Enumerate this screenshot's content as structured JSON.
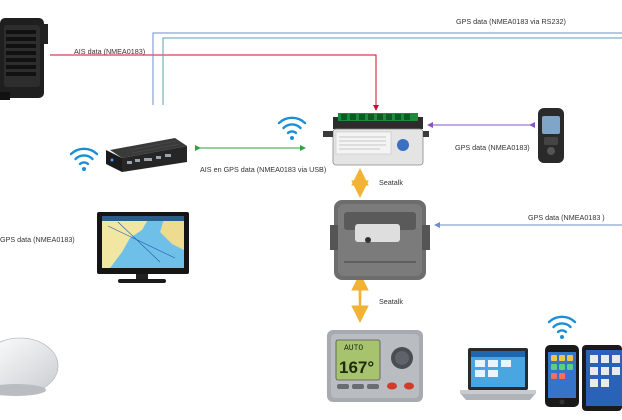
{
  "diagram": {
    "labels": {
      "gps_rs232": "GPS data (NMEA0183  via RS232)",
      "ais_data": "AIS data (NMEA0183)",
      "ais_gps_usb": "AIS en GPS data (NMEA0183  via USB)",
      "gps_handheld": "GPS data (NMEA0183)",
      "seatalk_upper": "Seatalk",
      "gps_right": "GPS data (NMEA0183  )",
      "gps_left": "GPS data (NMEA0183)",
      "seatalk_lower": "Seatalk"
    },
    "autopilot_display": {
      "mode": "AUTO",
      "heading": "167°"
    },
    "colors": {
      "red_link": "#c8102e",
      "blue_link": "#6b8fc6",
      "teal_link": "#5aa0b0",
      "green_link": "#2fa33d",
      "purple_link": "#8a55c0",
      "seatalk": "#f2b233",
      "wifi": "#1a8fd6"
    },
    "icons": [
      "wifi-icon",
      "ais-transponder",
      "black-box-computer",
      "nmea-usb-interface",
      "handheld-gps",
      "chartplotter-monitor",
      "course-computer",
      "antenna-dome",
      "autopilot-control-head",
      "laptop",
      "smartphone",
      "tablet"
    ]
  }
}
